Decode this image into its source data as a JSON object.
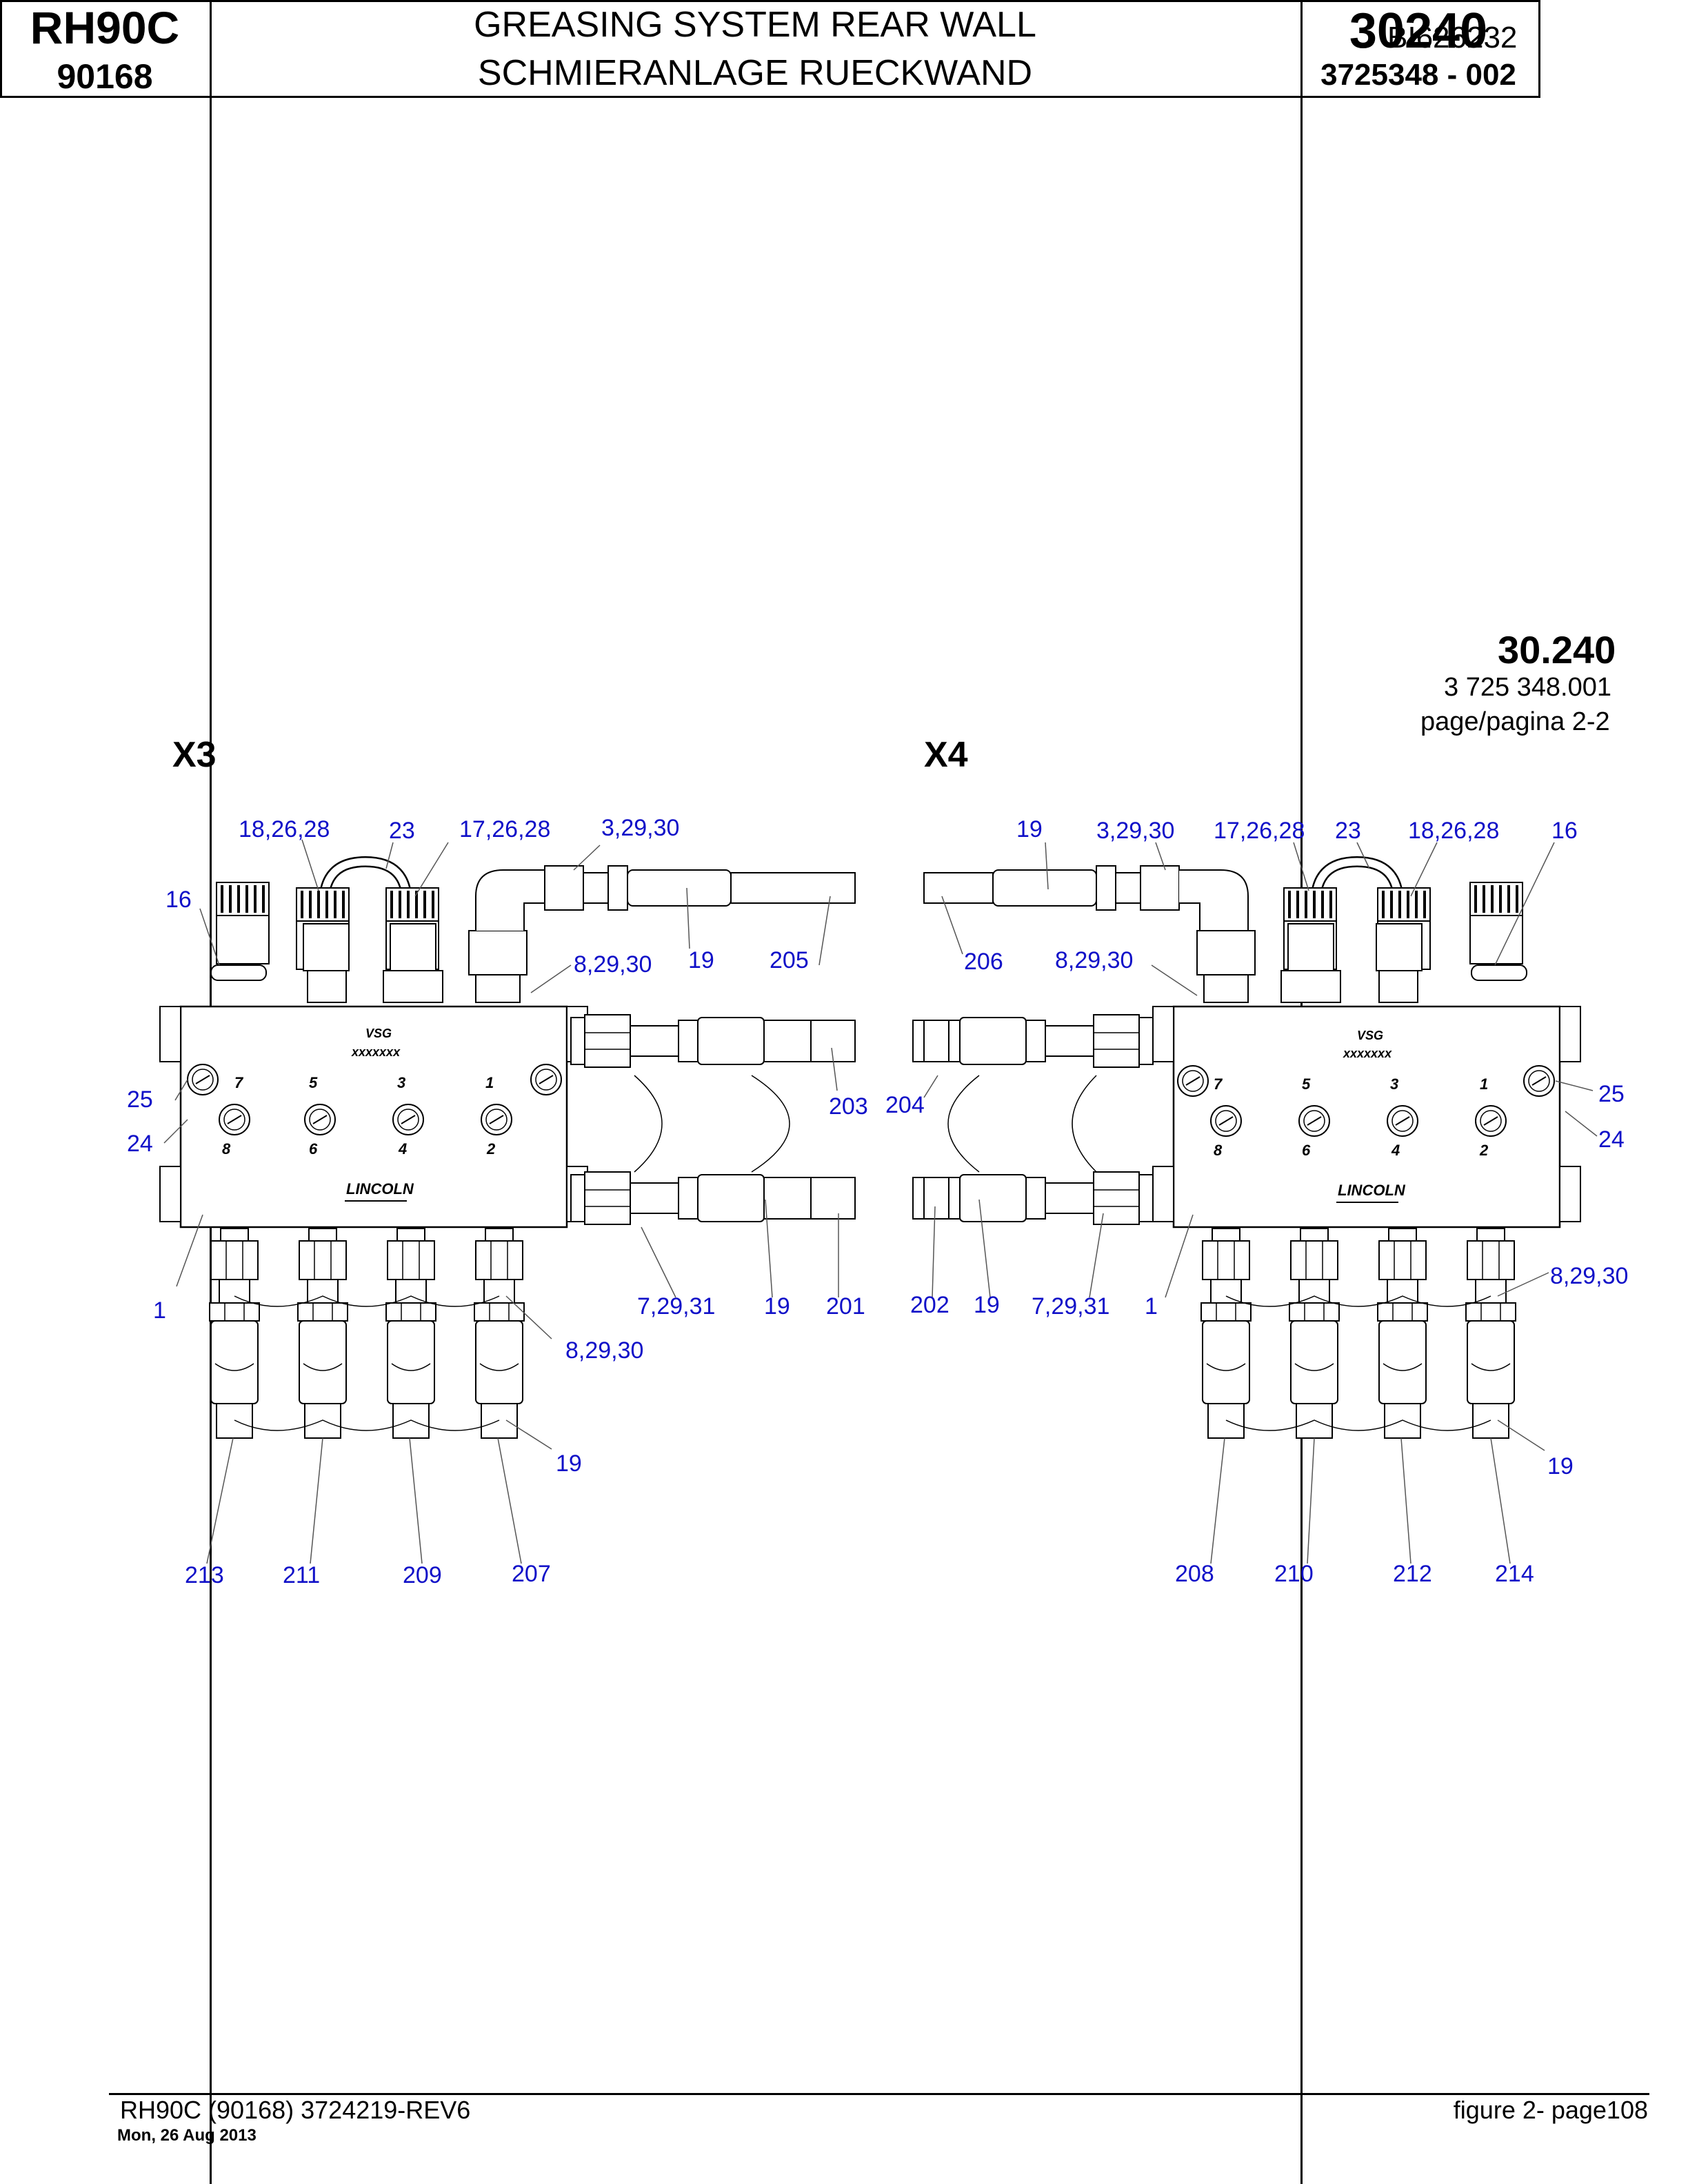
{
  "header": {
    "doc_id": "BI626232",
    "model": "RH90C",
    "model_number": "90168",
    "title_en": "GREASING SYSTEM REAR WALL",
    "title_de": "SCHMIERANLAGE RUECKWAND",
    "group": "30240",
    "document_number": "3725348  - 002"
  },
  "section": {
    "number": "30.240",
    "code": "3 725 348.001",
    "page": "page/pagina 2-2"
  },
  "views": {
    "left": {
      "title": "X3",
      "block_label": "VSG",
      "block_code": "xxxxxxx",
      "brand": "LINCOLN",
      "ports": [
        "7",
        "5",
        "3",
        "1",
        "8",
        "6",
        "4",
        "2"
      ],
      "callouts": [
        "18,26,28",
        "23",
        "17,26,28",
        "3,29,30",
        "16",
        "8,29,30",
        "19",
        "205",
        "25",
        "24",
        "203",
        "7,29,31",
        "19",
        "201",
        "1",
        "8,29,30",
        "19",
        "213",
        "211",
        "209",
        "207"
      ]
    },
    "right": {
      "title": "X4",
      "block_label": "VSG",
      "block_code": "xxxxxxx",
      "brand": "LINCOLN",
      "ports": [
        "7",
        "5",
        "3",
        "1",
        "8",
        "6",
        "4",
        "2"
      ],
      "callouts": [
        "19",
        "3,29,30",
        "17,26,28",
        "23",
        "18,26,28",
        "16",
        "206",
        "8,29,30",
        "204",
        "25",
        "24",
        "202",
        "19",
        "7,29,31",
        "1",
        "8,29,30",
        "19",
        "208",
        "210",
        "212",
        "214"
      ]
    }
  },
  "footer": {
    "left": "RH90C (90168) 3724219-REV6",
    "date": "Mon, 26 Aug 2013",
    "right": "figure  2- page108"
  }
}
